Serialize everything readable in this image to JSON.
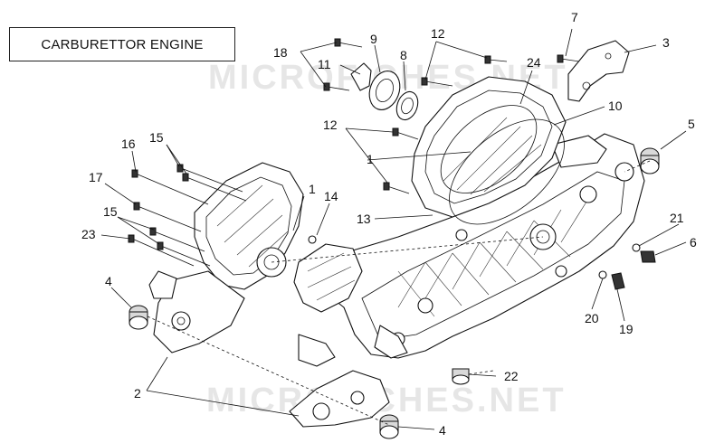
{
  "title": "CARBURETTOR ENGINE",
  "watermark": "MICROFICHES.NET",
  "callouts": [
    "1",
    "1",
    "1",
    "2",
    "3",
    "4",
    "4",
    "5",
    "6",
    "7",
    "8",
    "9",
    "10",
    "11",
    "12",
    "12",
    "13",
    "14",
    "15",
    "15",
    "16",
    "17",
    "18",
    "19",
    "20",
    "21",
    "22",
    "23",
    "24"
  ]
}
